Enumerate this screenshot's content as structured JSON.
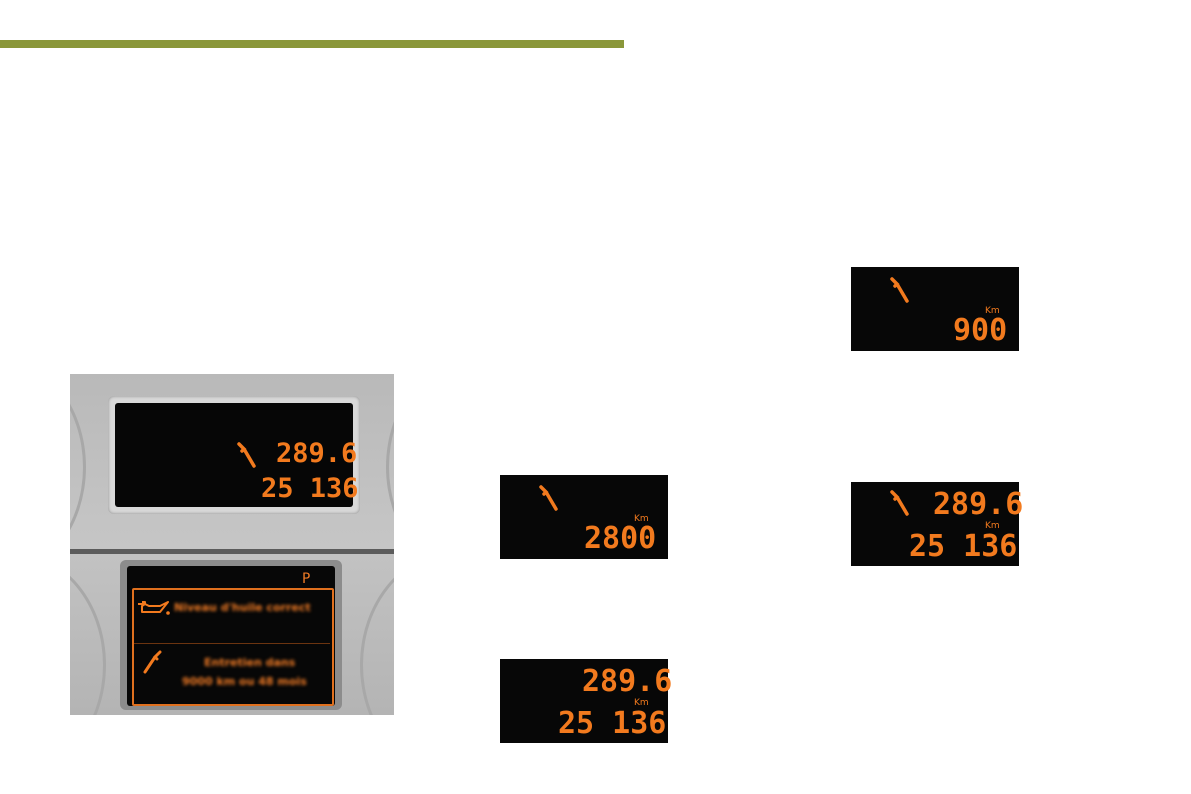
{
  "colors": {
    "accent_bar": "#8a973a",
    "lcd_text": "#f27a1e",
    "lcd_bg": "#070707"
  },
  "cluster": {
    "upper_display": {
      "service_km": "289.6",
      "odometer": "25 136",
      "icon": "wrench-icon"
    },
    "lower_display": {
      "gear": "P",
      "line1_icon": "oil-can-icon",
      "line1_text": "Niveau d'huile correct",
      "line2_icon": "wrench-icon",
      "line2_text_a": "Entretien dans",
      "line2_text_b": "9000 km ou 48 mois"
    }
  },
  "displays": [
    {
      "value": "2800",
      "unit": "Km",
      "icon": "wrench-icon"
    },
    {
      "top": "289.6",
      "unit": "Km",
      "odometer": "25 136"
    },
    {
      "value": "900",
      "unit": "Km",
      "icon": "wrench-icon"
    },
    {
      "top": "289.6",
      "unit": "Km",
      "odometer": "25 136",
      "icon": "wrench-icon"
    }
  ]
}
